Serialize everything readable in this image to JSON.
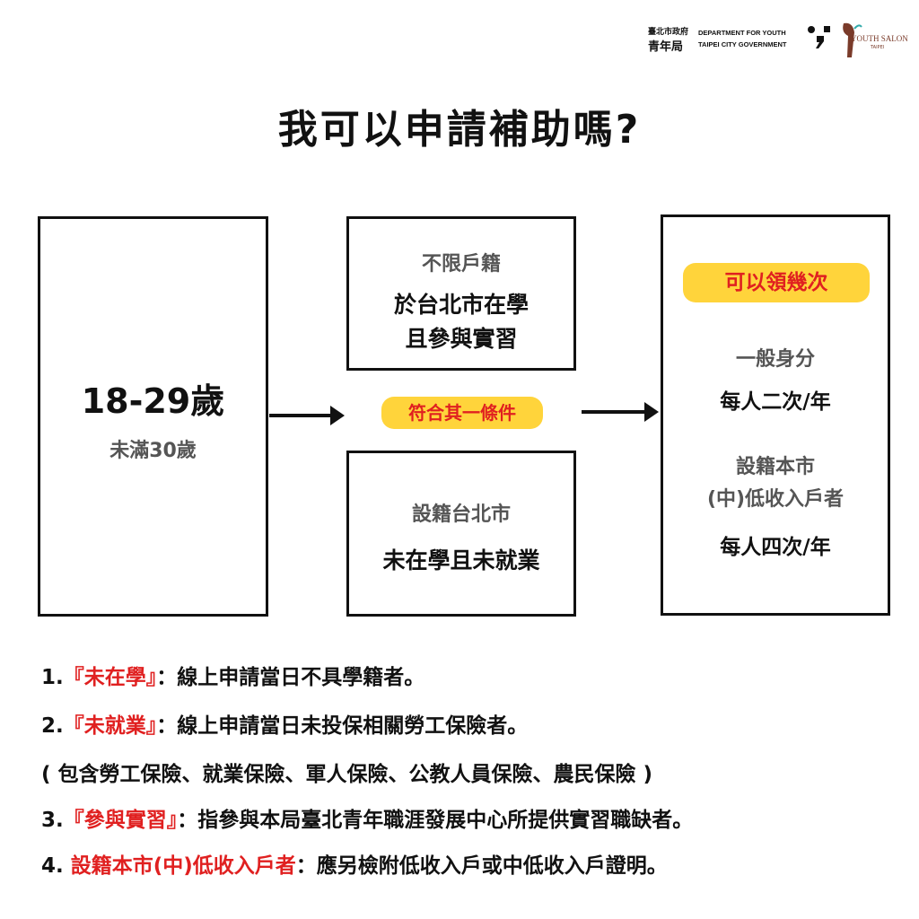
{
  "logo": {
    "org_zh_small": "臺北市政府",
    "org_zh": "青年局",
    "org_en_1": "DEPARTMENT FOR YOUTH",
    "org_en_2": "TAIPEI CITY GOVERNMENT",
    "partner": "YOUTH SALON",
    "partner_sub": "TAIPEI"
  },
  "title": "我可以申請補助嗎?",
  "age_box": {
    "range": "18-29歲",
    "note": "未滿30歲"
  },
  "condition_a": {
    "label": "不限戶籍",
    "line1": "於台北市在學",
    "line2": "且參與實習"
  },
  "connector": "符合其一條件",
  "condition_b": {
    "label": "設籍台北市",
    "line1": "未在學且未就業"
  },
  "result": {
    "badge": "可以領幾次",
    "general_label": "一般身分",
    "general_value": "每人二次/年",
    "low_label_1": "設籍本市",
    "low_label_2": "(中)低收入戶者",
    "low_value": "每人四次/年"
  },
  "notes": [
    {
      "prefix": "1.",
      "term": "『未在學』",
      "text": "：線上申請當日不具學籍者。"
    },
    {
      "prefix": "2.",
      "term": "『未就業』",
      "text": "：線上申請當日未投保相關勞工保險者。"
    },
    {
      "prefix": "",
      "term": "",
      "text": "( 包含勞工保險、就業保險、軍人保險、公教人員保險、農民保險 )"
    },
    {
      "prefix": "3.",
      "term": "『參與實習』",
      "text": "：指參與本局臺北青年職涯發展中心所提供實習職缺者。"
    },
    {
      "prefix": "4. ",
      "term": "設籍本市(中)低收入戶者",
      "text": "：應另檢附低收入戶或中低收入戶證明。"
    }
  ]
}
